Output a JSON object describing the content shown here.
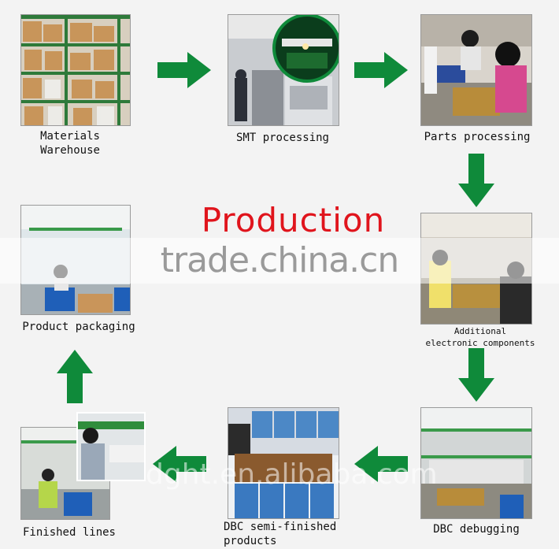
{
  "title": "Production",
  "watermark": "trade.china.cn",
  "watermark_bottom": "dght.en.alibaba.com",
  "steps": [
    {
      "id": "materials",
      "label": "Materials\nWarehouse"
    },
    {
      "id": "smt",
      "label": "SMT processing"
    },
    {
      "id": "parts",
      "label": "Parts processing"
    },
    {
      "id": "additional",
      "label": "Additional\nelectronic components"
    },
    {
      "id": "dbc-debug",
      "label": "DBC debugging"
    },
    {
      "id": "dbc-semi",
      "label": "DBC semi-finished\nproducts"
    },
    {
      "id": "finished",
      "label": "Finished lines"
    },
    {
      "id": "packaging",
      "label": "Product packaging"
    }
  ],
  "arrow_color": "#0f8a3a"
}
